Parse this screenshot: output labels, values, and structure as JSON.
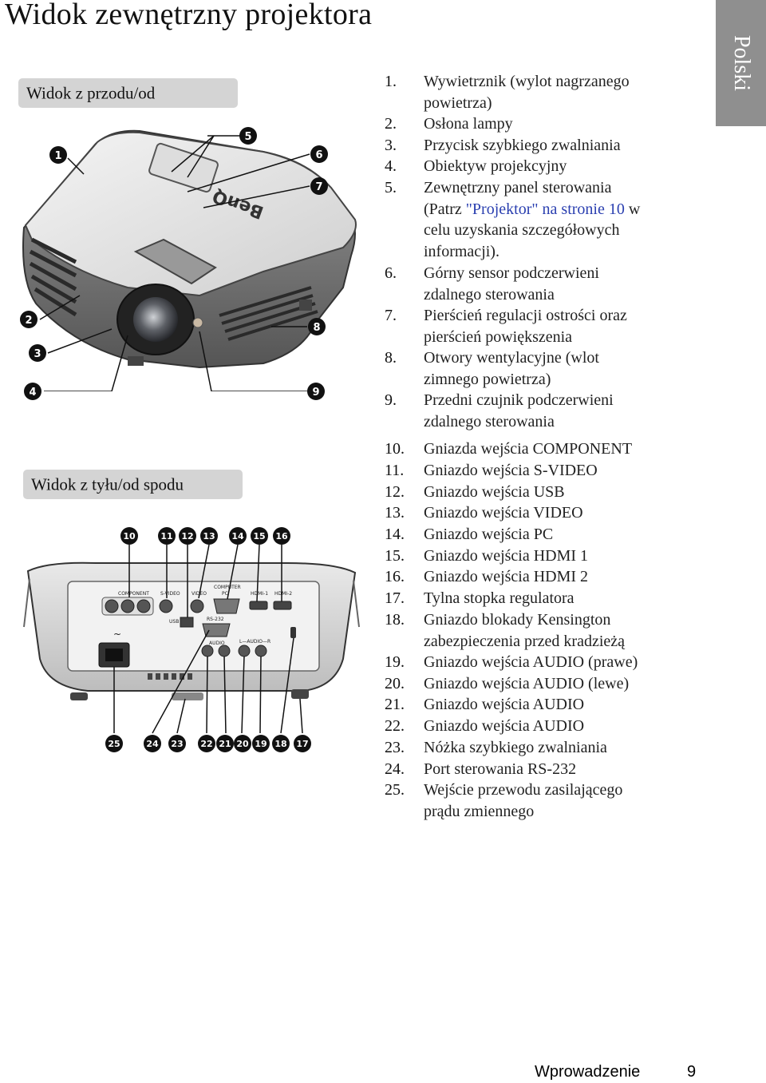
{
  "title": "Widok zewnętrzny projektora",
  "language_tab": "Polski",
  "front_section": "Widok z przodu/od",
  "rear_section": "Widok z tyłu/od spodu",
  "front_callouts": [
    "1",
    "2",
    "3",
    "4",
    "5",
    "6",
    "7",
    "8",
    "9"
  ],
  "rear_callouts": [
    "10",
    "11",
    "12",
    "13",
    "14",
    "15",
    "16",
    "17",
    "18",
    "19",
    "20",
    "21",
    "22",
    "23",
    "24",
    "25"
  ],
  "projector_brand": "BenQ",
  "rear_panel_labels": {
    "component": "COMPONENT",
    "svideo": "S-VIDEO",
    "video": "VIDEO",
    "computer": "COMPUTER",
    "pc": "PC",
    "hdmi1": "HDMI-1",
    "hdmi2": "HDMI-2",
    "usb": "USB",
    "rs232": "RS-232",
    "audio": "AUDIO",
    "audio_lr": "L—AUDIO—R",
    "ac": "~"
  },
  "parts": [
    {
      "num": "1.",
      "lines": [
        "Wywietrznik (wylot nagrzanego",
        "powietrza)"
      ]
    },
    {
      "num": "2.",
      "lines": [
        "Osłona lampy"
      ]
    },
    {
      "num": "3.",
      "lines": [
        "Przycisk szybkiego zwalniania"
      ]
    },
    {
      "num": "4.",
      "lines": [
        "Obiektyw projekcyjny"
      ]
    },
    {
      "num": "5.",
      "line1": "Zewnętrzny panel sterowania",
      "line2_pre": "(Patrz ",
      "line2_link": "\"Projektor\" na stronie 10",
      "line2_post": " w",
      "line3": "celu uzyskania szczegółowych",
      "line4": "informacji)."
    },
    {
      "num": "6.",
      "lines": [
        "Górny sensor podczerwieni",
        "zdalnego sterowania"
      ]
    },
    {
      "num": "7.",
      "lines": [
        "Pierścień regulacji ostrości oraz",
        "pierścień powiększenia"
      ]
    },
    {
      "num": "8.",
      "lines": [
        "Otwory wentylacyjne (wlot",
        "zimnego powietrza)"
      ]
    },
    {
      "num": "9.",
      "lines": [
        "Przedni czujnik podczerwieni",
        "zdalnego sterowania"
      ]
    },
    {
      "num": "10.",
      "lines": [
        "Gniazda wejścia COMPONENT"
      ]
    },
    {
      "num": "11.",
      "lines": [
        "Gniazdo wejścia S-VIDEO"
      ]
    },
    {
      "num": "12.",
      "lines": [
        "Gniazdo wejścia USB"
      ]
    },
    {
      "num": "13.",
      "lines": [
        "Gniazdo wejścia VIDEO"
      ]
    },
    {
      "num": "14.",
      "lines": [
        "Gniazdo wejścia PC"
      ]
    },
    {
      "num": "15.",
      "lines": [
        "Gniazdo wejścia HDMI 1"
      ]
    },
    {
      "num": "16.",
      "lines": [
        "Gniazdo wejścia HDMI 2"
      ]
    },
    {
      "num": "17.",
      "lines": [
        "Tylna stopka regulatora"
      ]
    },
    {
      "num": "18.",
      "lines": [
        "Gniazdo blokady Kensington",
        "zabezpieczenia przed kradzieżą"
      ]
    },
    {
      "num": "19.",
      "lines": [
        "Gniazdo wejścia AUDIO (prawe)"
      ]
    },
    {
      "num": "20.",
      "lines": [
        "Gniazdo wejścia AUDIO (lewe)"
      ]
    },
    {
      "num": "21.",
      "lines": [
        "Gniazdo wejścia AUDIO"
      ]
    },
    {
      "num": "22.",
      "lines": [
        "Gniazdo wejścia AUDIO"
      ]
    },
    {
      "num": "23.",
      "lines": [
        "Nóżka szybkiego zwalniania"
      ]
    },
    {
      "num": "24.",
      "lines": [
        "Port sterowania RS-232"
      ]
    },
    {
      "num": "25.",
      "lines": [
        "Wejście przewodu zasilającego",
        "prądu zmiennego"
      ]
    }
  ],
  "footer": {
    "label": "Wprowadzenie",
    "page": "9"
  }
}
